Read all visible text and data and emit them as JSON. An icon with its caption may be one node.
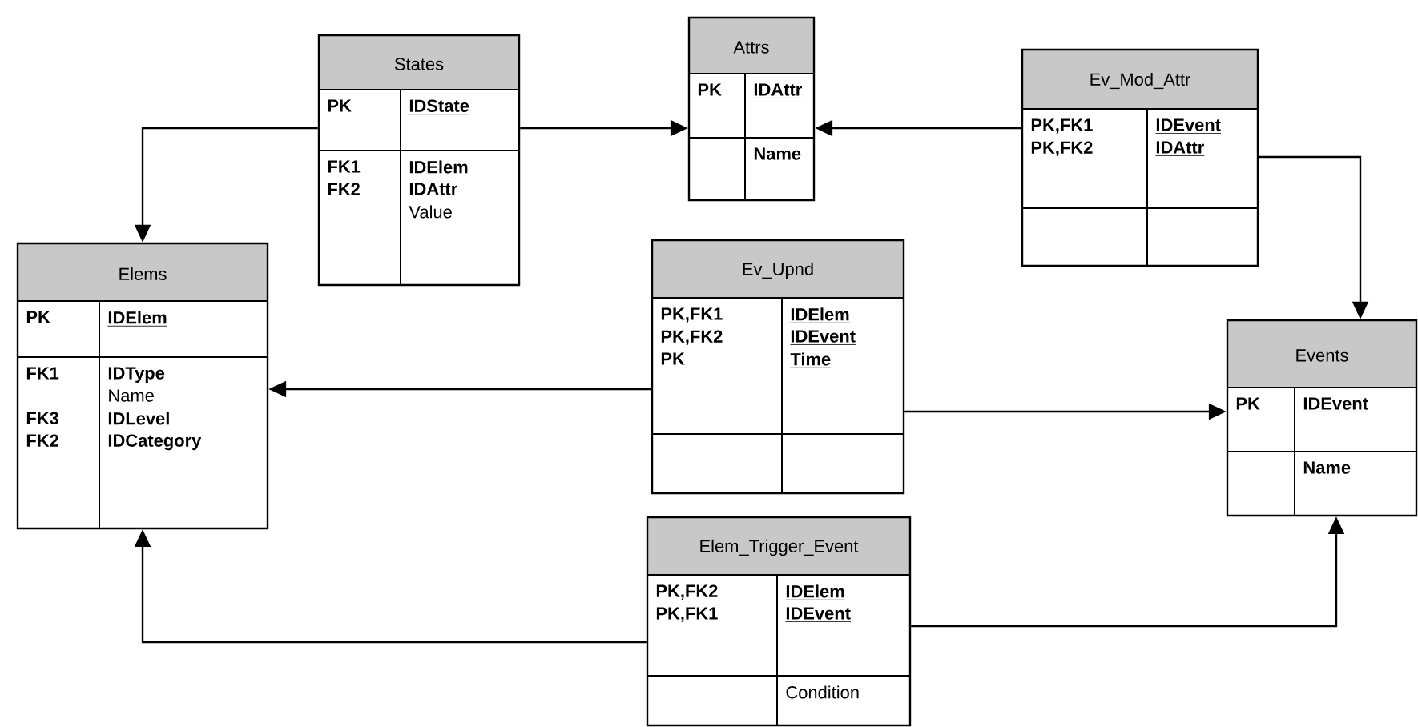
{
  "diagram": {
    "nodes": [
      {
        "text": [
          "States",
          "PK",
          "IDState",
          "FK1",
          "IDElem",
          "FK2",
          "IDAttr",
          "Value"
        ]
      },
      {
        "text": [
          "Attrs",
          "PK",
          "IDAttr",
          "Name"
        ]
      },
      {
        "text": [
          "Ev_Mod_Attr",
          "PK,FK1",
          "IDEvent",
          "PK,FK2",
          "IDAttr"
        ]
      },
      {
        "text": [
          "Elems",
          "PK",
          "IDElem",
          "FK1",
          "IDType",
          "Name",
          "FK3",
          "IDLevel",
          "FK2",
          "IDCategory"
        ]
      },
      {
        "text": [
          "Ev_Upnd",
          "PK,FK1",
          "IDElem",
          "PK,FK2",
          "IDEvent",
          "PK",
          "Time"
        ]
      },
      {
        "text": [
          "Events",
          "PK",
          "IDEvent",
          "Name"
        ]
      },
      {
        "text": [
          "Elem_Trigger_Event",
          "PK,FK2",
          "IDElem",
          "PK,FK1",
          "IDEvent",
          "Condition"
        ]
      }
    ],
    "edges": [
      {
        "from": 0,
        "to": 3,
        "arrow": "to"
      },
      {
        "from": 0,
        "to": 1,
        "arrow": "to"
      },
      {
        "from": 2,
        "to": 1,
        "arrow": "to"
      },
      {
        "from": 2,
        "to": 5,
        "arrow": "to"
      },
      {
        "from": 4,
        "to": 3,
        "arrow": "to"
      },
      {
        "from": 4,
        "to": 5,
        "arrow": "to"
      },
      {
        "from": 6,
        "to": 3,
        "arrow": "to"
      },
      {
        "from": 6,
        "to": 5,
        "arrow": "to"
      }
    ]
  }
}
